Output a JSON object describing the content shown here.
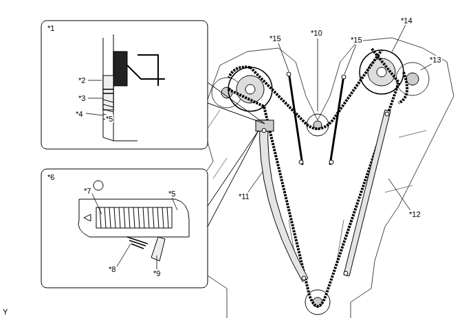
{
  "diagram": {
    "labels": [
      "*1",
      "*2",
      "*3",
      "*4",
      "*5",
      "*6",
      "*7",
      "*5",
      "*8",
      "*9",
      "*15",
      "*10",
      "*15",
      "*14",
      "*13",
      "*11",
      "*12",
      "Y"
    ]
  }
}
